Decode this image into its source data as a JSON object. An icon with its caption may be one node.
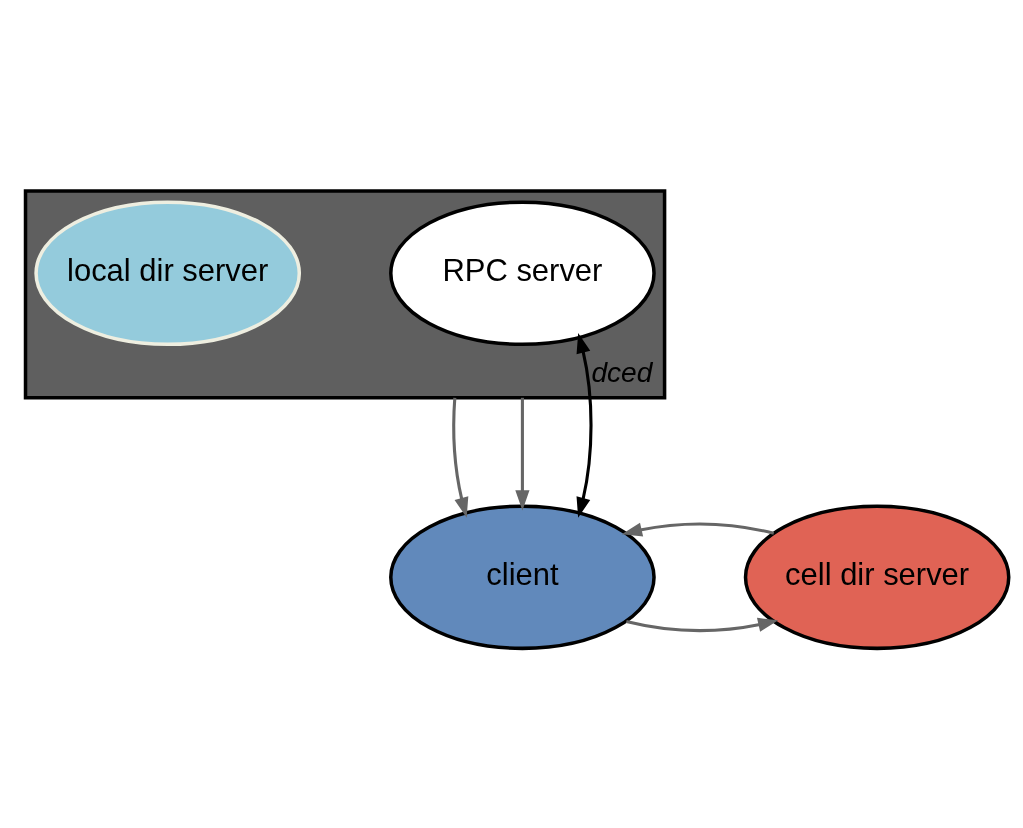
{
  "diagram": {
    "nodes": [
      {
        "text": [
          "client"
        ]
      },
      {
        "text": [
          "cell dir server"
        ]
      },
      {
        "text": [
          "dced"
        ]
      },
      {
        "text": [
          "RPC server"
        ],
        "in": 2
      },
      {
        "text": [
          "local dir server"
        ],
        "in": 2
      }
    ],
    "edges": [
      {
        "from": 0,
        "to": 1,
        "arrow": "to"
      },
      {
        "from": 1,
        "to": 0,
        "arrow": "to"
      },
      {
        "from": 2,
        "to": 0,
        "arrow": "to"
      },
      {
        "from": 2,
        "to": 0,
        "arrow": "to"
      },
      {
        "from": 0,
        "to": 3,
        "arrow": "both",
        "color": "#000000"
      }
    ]
  }
}
